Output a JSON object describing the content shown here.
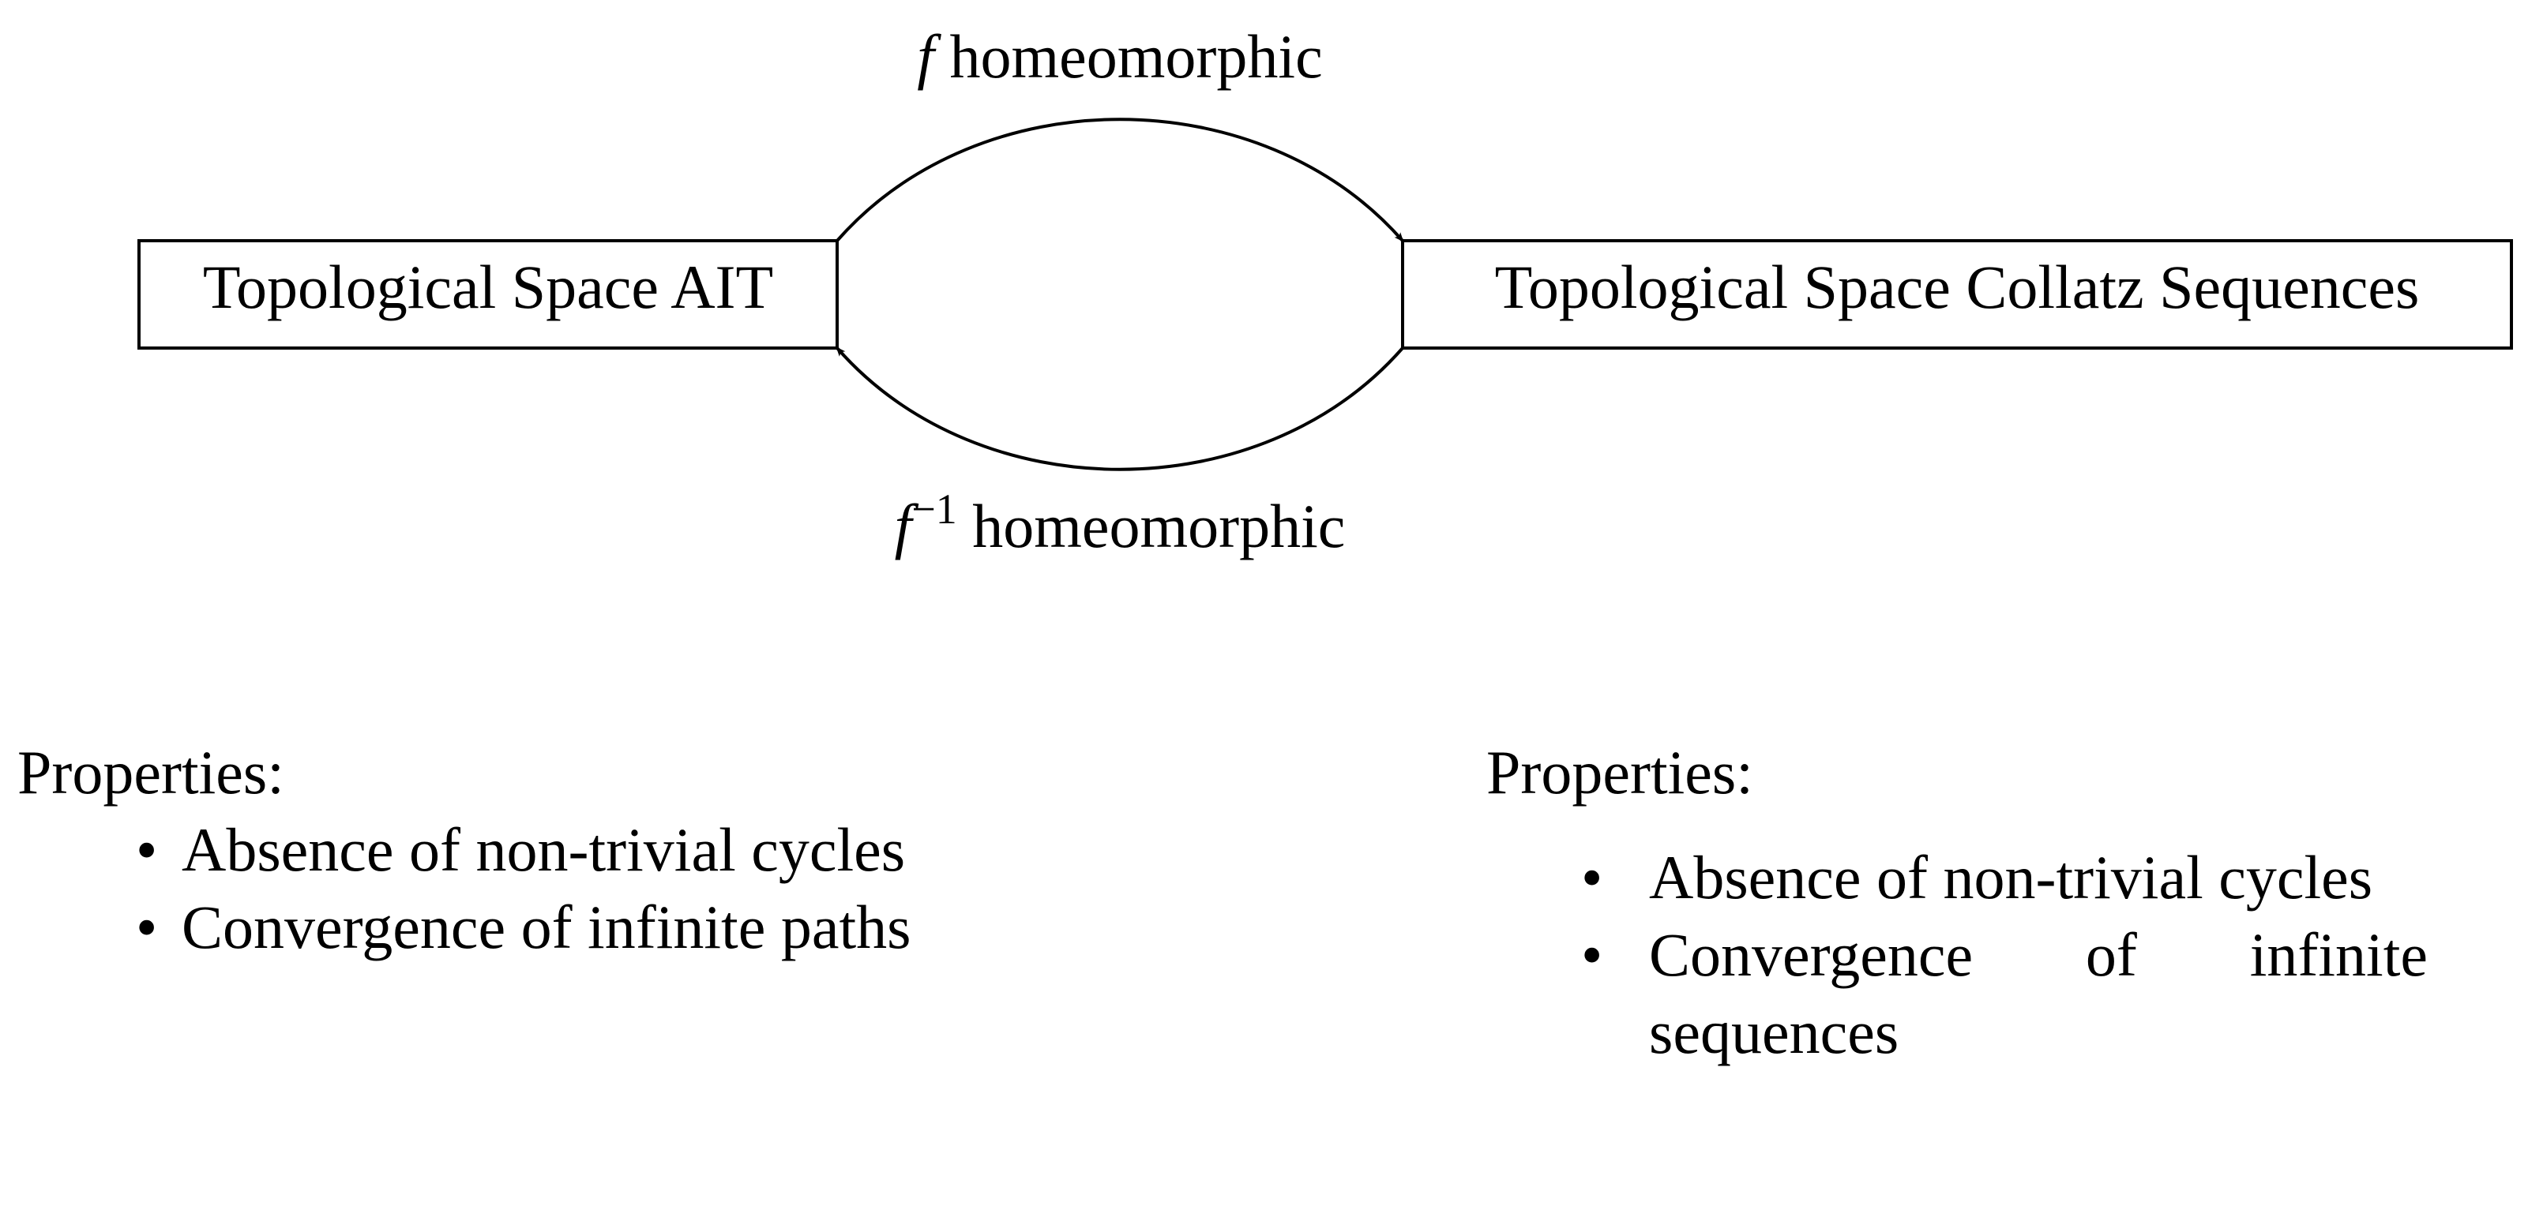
{
  "diagram": {
    "nodes": {
      "left": {
        "label": "Topological Space AIT"
      },
      "right": {
        "label": "Topological Space Collatz Sequences"
      }
    },
    "edges": {
      "forward": {
        "symbol": "f",
        "text": " homeomorphic"
      },
      "inverse": {
        "symbol": "f",
        "superscript": "−1",
        "text": " homeomorphic"
      }
    }
  },
  "properties": {
    "left": {
      "title": "Properties:",
      "items": [
        "Absence of non-trivial cycles",
        "Convergence of infinite paths"
      ]
    },
    "right": {
      "title": "Properties:",
      "items": [
        "Absence of non-trivial cycles",
        "Convergence of infinite sequences"
      ]
    }
  }
}
